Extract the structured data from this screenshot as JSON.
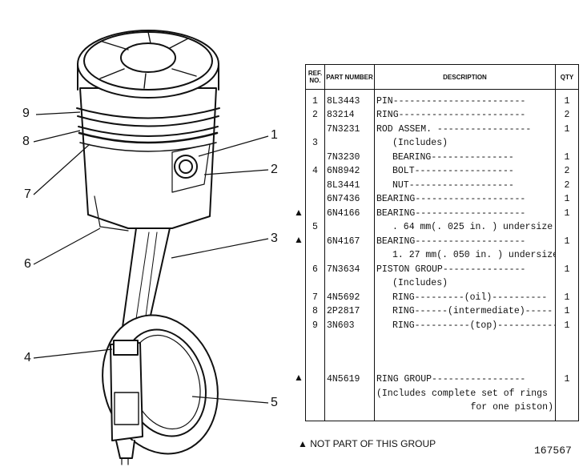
{
  "callouts": [
    "1",
    "2",
    "3",
    "4",
    "5",
    "6",
    "7",
    "8",
    "9"
  ],
  "table": {
    "headers": {
      "ref": "REF. NO.",
      "part": "PART NUMBER",
      "desc": "DESCRIPTION",
      "qty": "QTY"
    },
    "rows": [
      {
        "ref": "1",
        "part": "8L3443",
        "desc": "PIN",
        "qty": "1"
      },
      {
        "ref": "2",
        "part": "83214",
        "desc": "RING",
        "qty": "2"
      },
      {
        "ref": "",
        "part": "7N3231",
        "desc": "ROD ASSEM.",
        "qty": "1"
      },
      {
        "ref": "3",
        "part": "",
        "desc": "(Includes)",
        "qty": ""
      },
      {
        "ref": "",
        "part": "7N3230",
        "desc": "BEARING",
        "qty": "1"
      },
      {
        "ref": "4",
        "part": "6N8942",
        "desc": "BOLT",
        "qty": "2"
      },
      {
        "ref": "",
        "part": "8L3441",
        "desc": "NUT",
        "qty": "2"
      },
      {
        "ref": "",
        "part": "6N7436",
        "desc": "BEARING",
        "qty": "1"
      },
      {
        "ref": "",
        "part": "6N4166",
        "desc": "BEARING",
        "qty": "1"
      },
      {
        "ref": "5",
        "part": "",
        "desc": ". 64 mm(. 025 in. ) undersize",
        "qty": ""
      },
      {
        "ref": "",
        "part": "6N4167",
        "desc": "BEARING",
        "qty": "1"
      },
      {
        "ref": "",
        "part": "",
        "desc": "1. 27 mm(. 050 in. ) undersize",
        "qty": ""
      },
      {
        "ref": "6",
        "part": "7N3634",
        "desc": "PISTON GROUP",
        "qty": "1"
      },
      {
        "ref": "",
        "part": "",
        "desc": "(Includes)",
        "qty": ""
      },
      {
        "ref": "7",
        "part": "4N5692",
        "desc": "RING",
        "note": "(oil)",
        "qty": "1"
      },
      {
        "ref": "8",
        "part": "2P2817",
        "desc": "RING",
        "note": "(intermediate)",
        "qty": "1"
      },
      {
        "ref": "9",
        "part": "3N603",
        "desc": "RING",
        "note": "(top)",
        "qty": "1"
      },
      {
        "ref": "",
        "part": "4N5619",
        "desc": "RING GROUP",
        "qty": "1"
      },
      {
        "ref": "",
        "part": "",
        "desc": "(Includes complete set of rings",
        "qty": ""
      },
      {
        "ref": "",
        "part": "",
        "desc": "for one piston)",
        "qty": ""
      }
    ]
  },
  "footnote": "NOT PART OF THIS GROUP",
  "doc_number": "167567"
}
